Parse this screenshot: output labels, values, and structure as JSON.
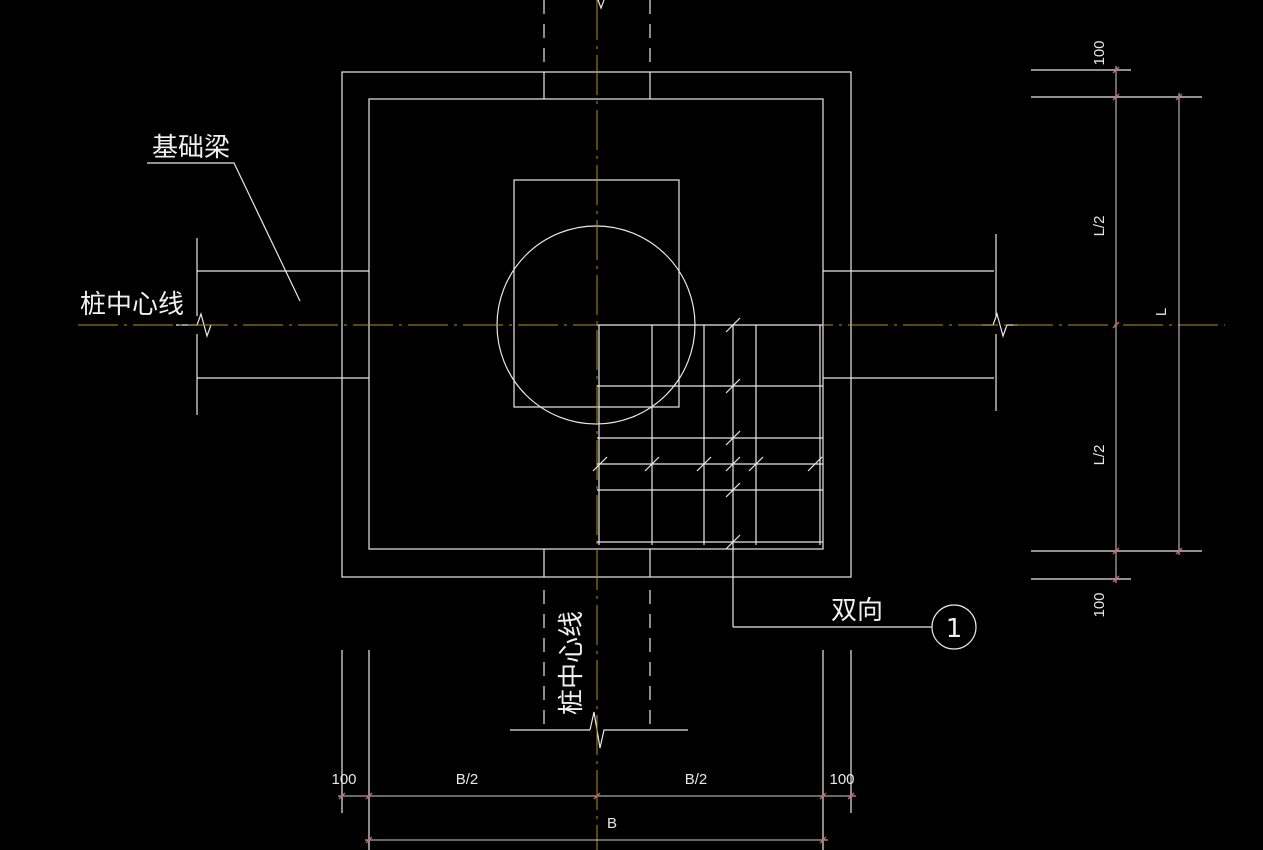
{
  "labels": {
    "foundation_beam": "基础梁",
    "pile_centerline_h": "桩中心线",
    "pile_centerline_v": "桩中心线",
    "bidirectional": "双向",
    "bar_mark": "1"
  },
  "dims_horizontal": {
    "left_cover": "100",
    "half_b_left": "B/2",
    "half_b_right": "B/2",
    "right_cover": "100",
    "total": "B"
  },
  "dims_vertical": {
    "top_cover": "100",
    "half_l_top": "L/2",
    "total": "L",
    "half_l_bottom": "L/2",
    "bottom_cover": "100"
  },
  "colors": {
    "background": "#000000",
    "lines": "#e8e8e8",
    "centerline": "#b8901e",
    "dim_ticks": "#c86060"
  }
}
